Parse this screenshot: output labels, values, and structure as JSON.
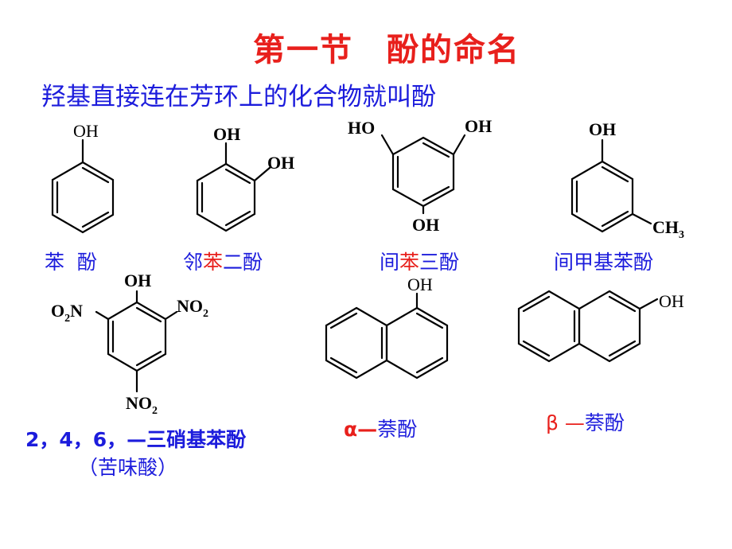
{
  "title": "第一节　酚的命名",
  "definition": "羟基直接连在芳环上的化合物就叫酚",
  "compounds": [
    {
      "name": "苯  酚"
    },
    {
      "name_pre": "邻",
      "name_red": "苯",
      "name_post": "二酚"
    },
    {
      "name_pre": "间",
      "name_red": "苯",
      "name_post": "三酚"
    },
    {
      "name": "间甲基苯酚"
    },
    {
      "name": "2，4，6，—三硝基苯酚",
      "alias": "（苦味酸）"
    },
    {
      "name_prefix": "α—",
      "name": "萘酚"
    },
    {
      "name_prefix": "β —",
      "name": "萘酚"
    }
  ],
  "atoms": {
    "oh": "OH",
    "ho": "HO",
    "ch": "CH",
    "ch_sub": "3",
    "o2n_o": "O",
    "o2n_sub": "2",
    "o2n_n": "N",
    "no2_no": "NO",
    "no2_sub": "2"
  },
  "colors": {
    "red": "#e8201c",
    "blue": "#1c1cdc",
    "bond": "#000000"
  }
}
